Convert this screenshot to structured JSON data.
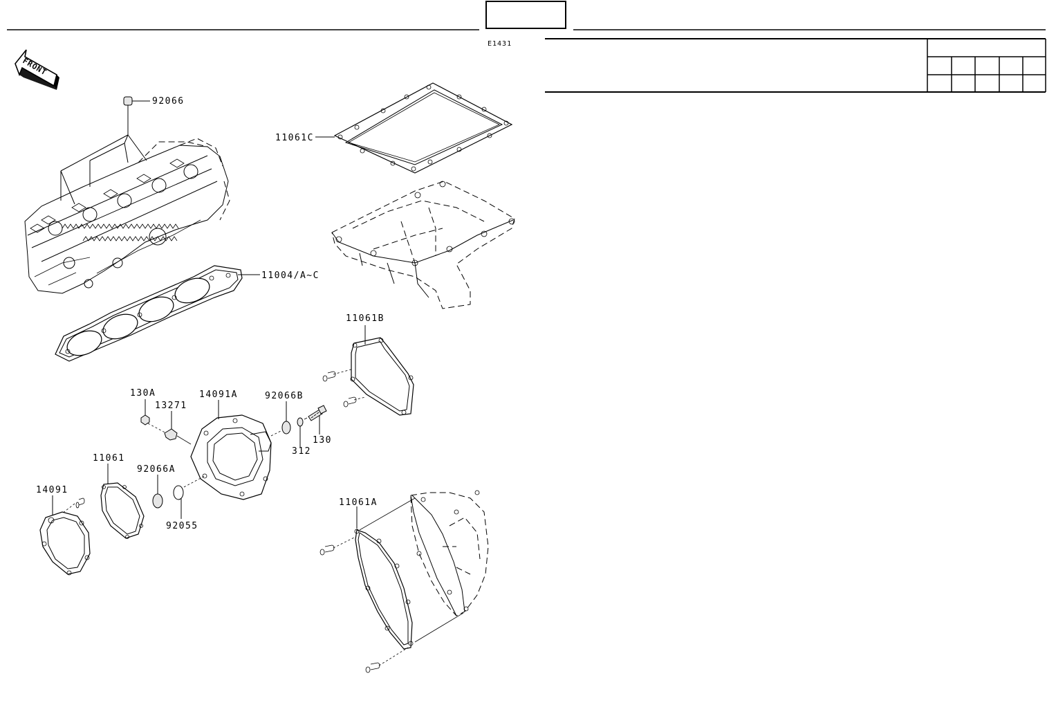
{
  "diagram": {
    "code": "E1431",
    "front_label": "FRONT",
    "parts": [
      {
        "id": "p92066",
        "label": "92066"
      },
      {
        "id": "p11061C",
        "label": "11061C"
      },
      {
        "id": "p11004",
        "label": "11004/A~C"
      },
      {
        "id": "p11061B",
        "label": "11061B"
      },
      {
        "id": "p130A",
        "label": "130A"
      },
      {
        "id": "p13271",
        "label": "13271"
      },
      {
        "id": "p14091A",
        "label": "14091A"
      },
      {
        "id": "p92066B",
        "label": "92066B"
      },
      {
        "id": "p130",
        "label": "130"
      },
      {
        "id": "p312",
        "label": "312"
      },
      {
        "id": "p11061",
        "label": "11061"
      },
      {
        "id": "p92066A",
        "label": "92066A"
      },
      {
        "id": "p14091",
        "label": "14091"
      },
      {
        "id": "p92055",
        "label": "92055"
      },
      {
        "id": "p11061A",
        "label": "11061A"
      }
    ]
  }
}
